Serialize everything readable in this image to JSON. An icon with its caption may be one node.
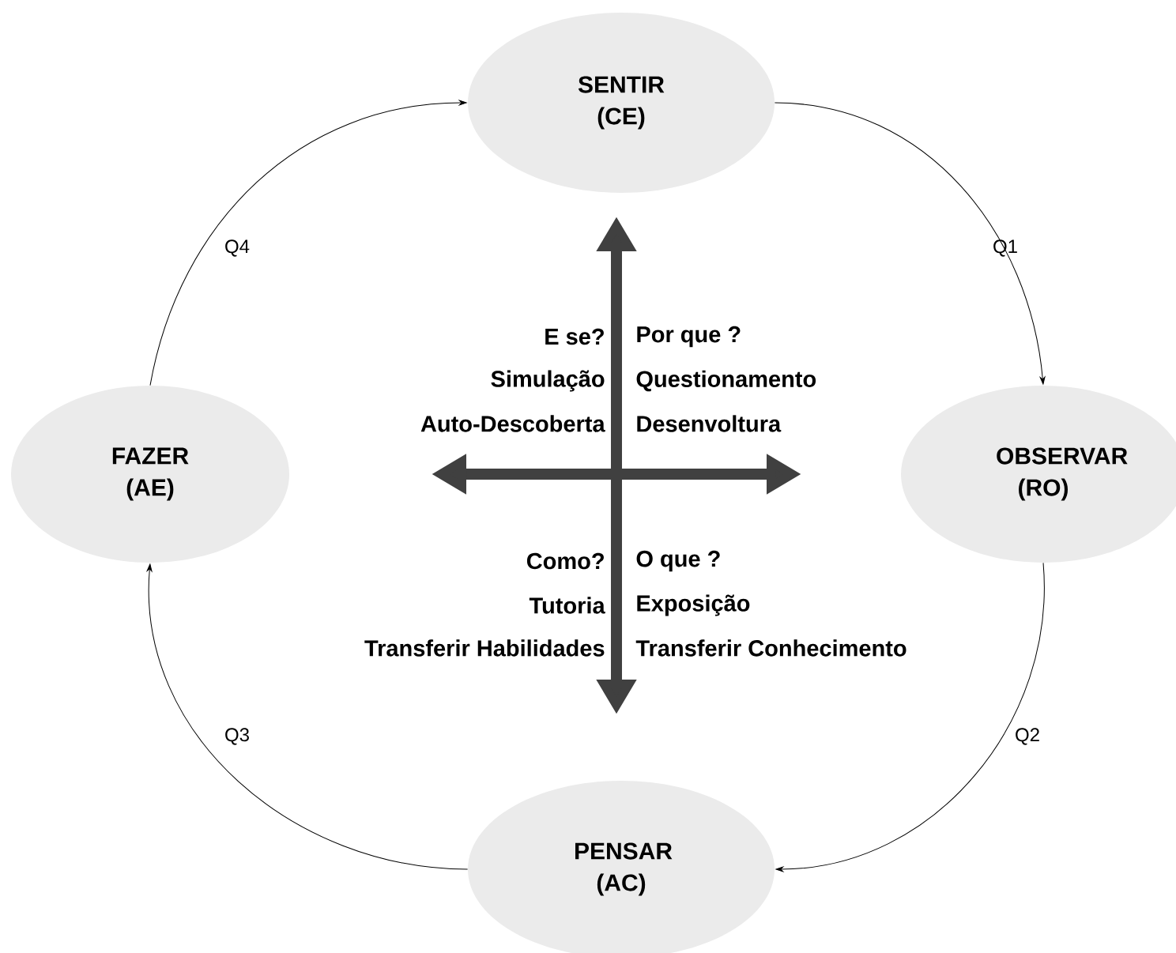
{
  "diagram": {
    "nodes": [
      {
        "text": [
          "SENTIR (CE)"
        ]
      },
      {
        "text": [
          "OBSERVAR (RO)"
        ]
      },
      {
        "text": [
          "PENSAR (AC)"
        ]
      },
      {
        "text": [
          "FAZER (AE)"
        ]
      }
    ],
    "edges": [
      {
        "from": 3,
        "to": 0,
        "arrow": "to",
        "label": "Q4"
      },
      {
        "from": 0,
        "to": 1,
        "arrow": "to",
        "label": "Q1"
      },
      {
        "from": 1,
        "to": 2,
        "arrow": "to",
        "label": "Q2"
      },
      {
        "from": 2,
        "to": 3,
        "arrow": "to",
        "label": "Q3"
      }
    ],
    "labels": [
      "E se?",
      "Por que ?",
      "Simulação",
      "Questionamento",
      "Auto-Descoberta",
      "Desenvoltura",
      "Como?",
      "O que ?",
      "Tutoria",
      "Exposição",
      "Transferir Habilidades",
      "Transferir Conhecimento"
    ]
  }
}
